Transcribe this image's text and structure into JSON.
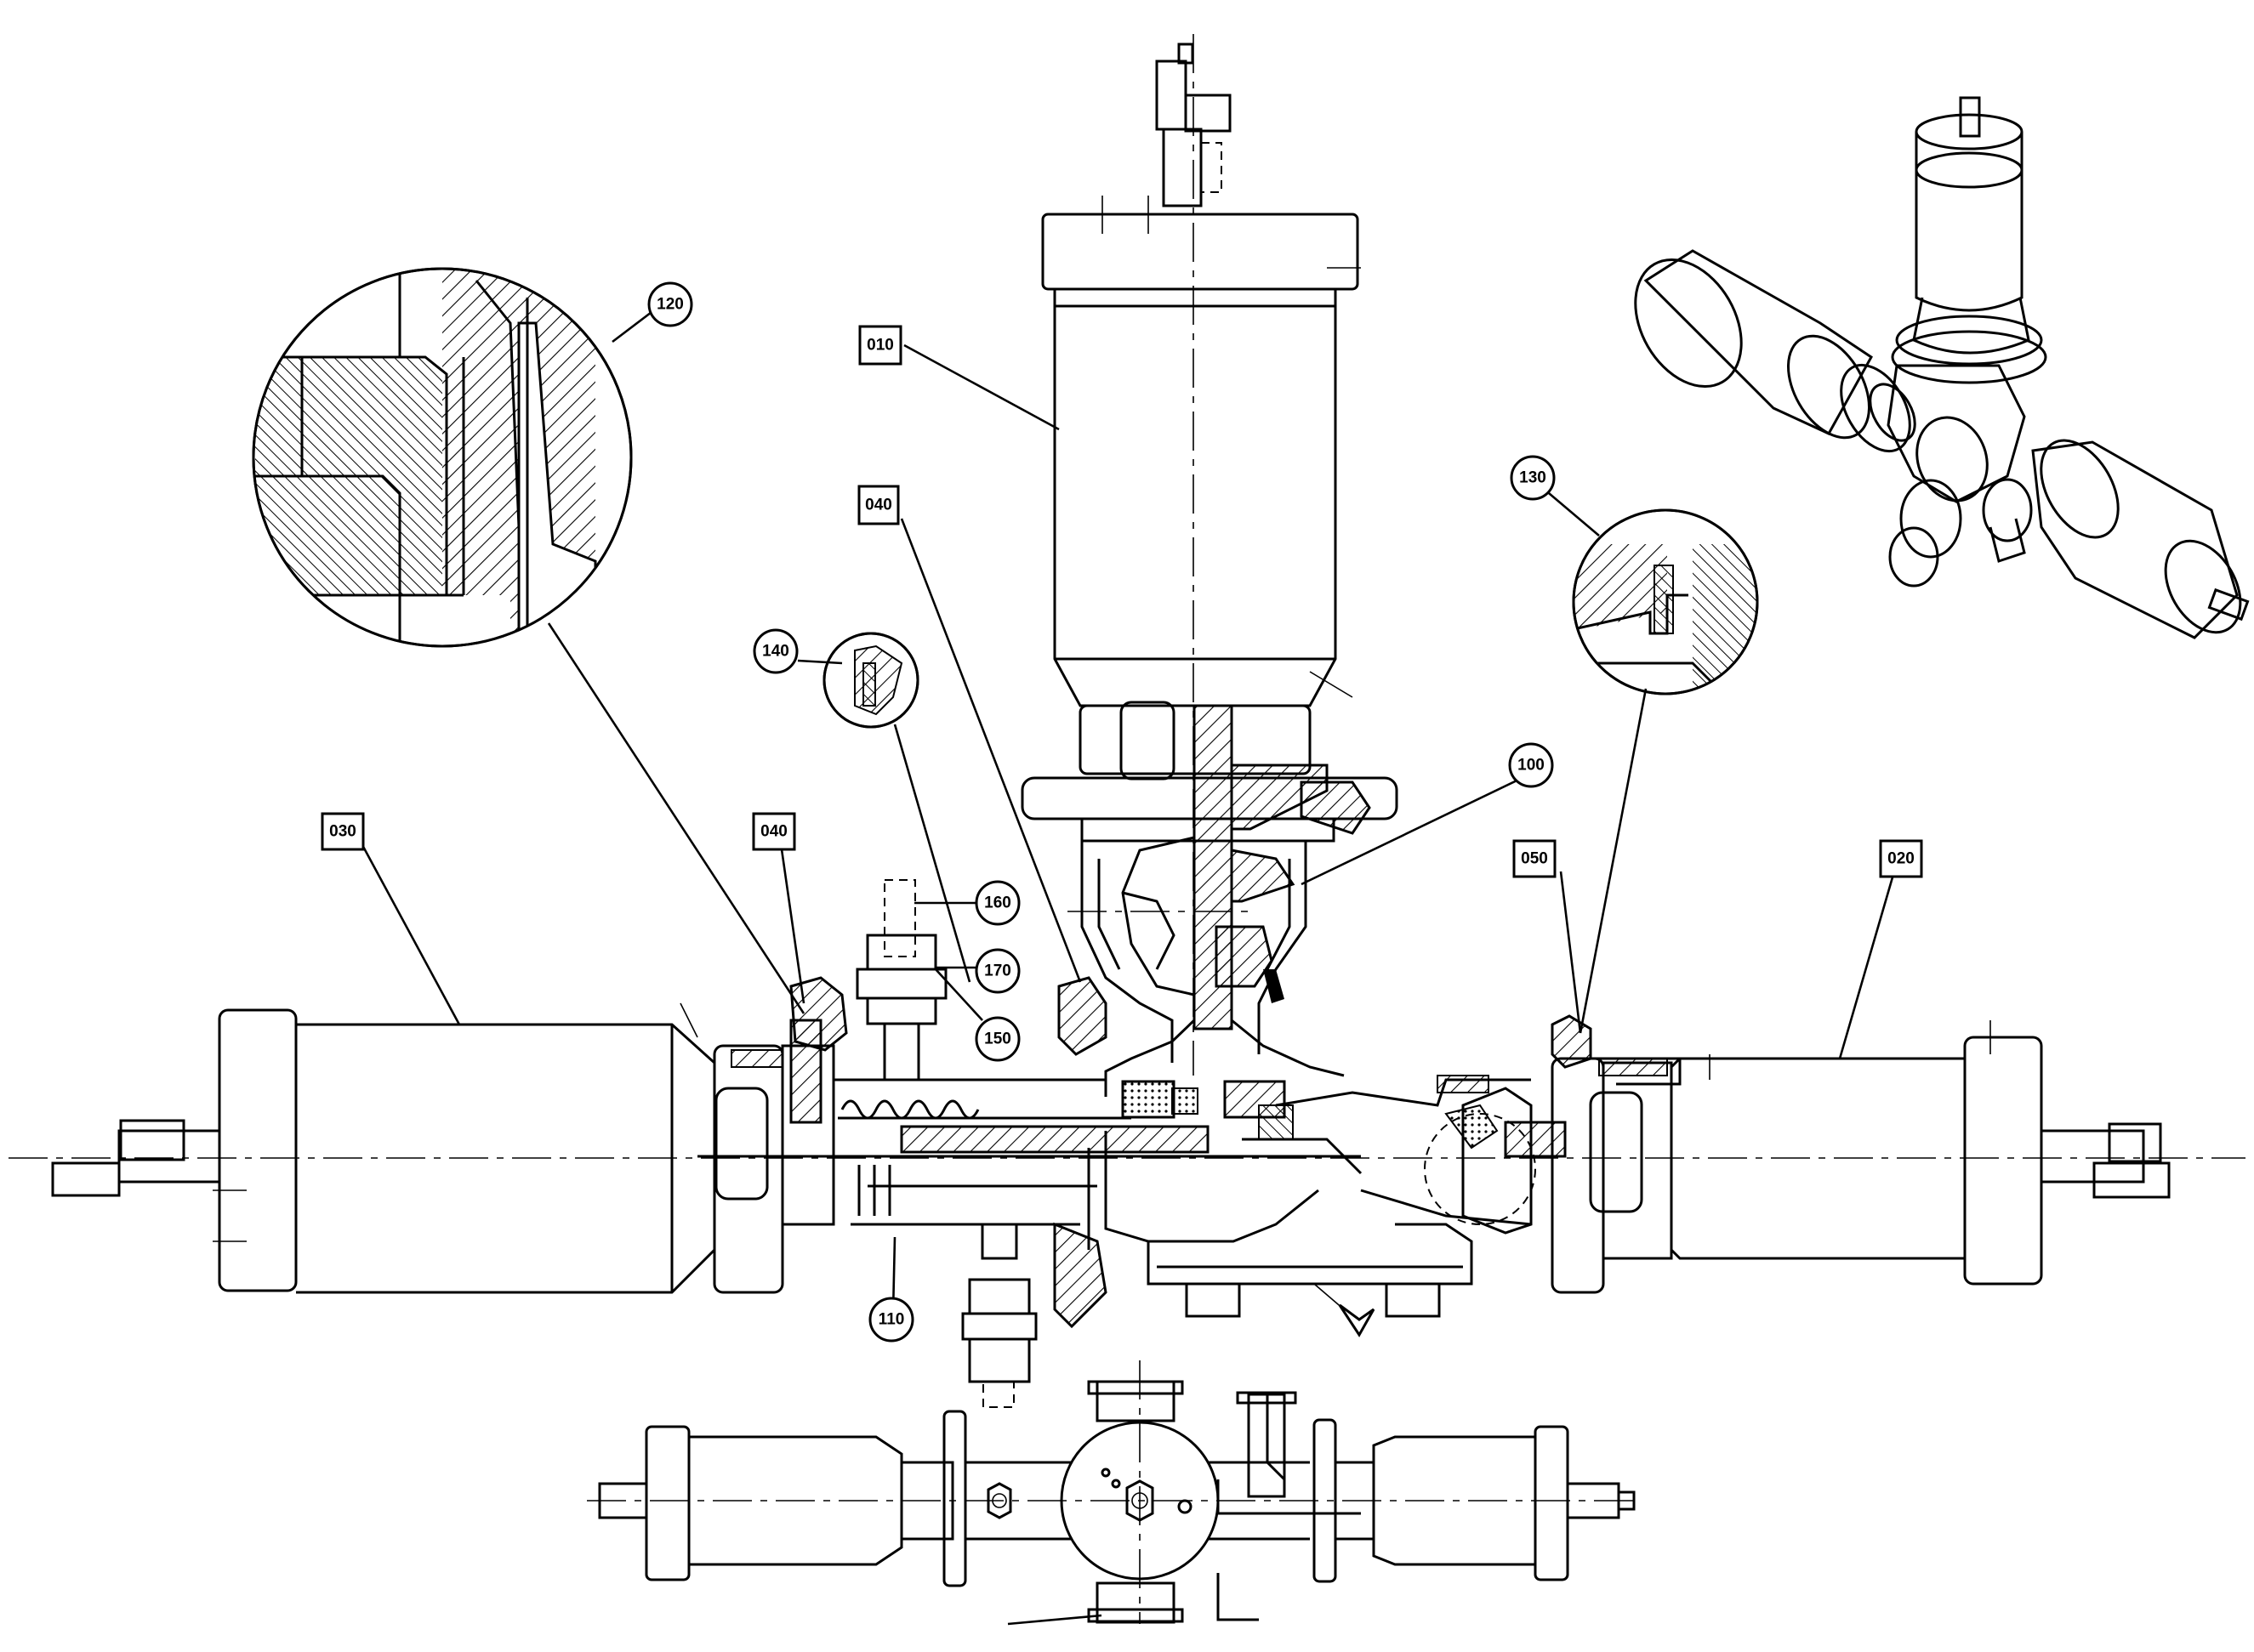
{
  "callouts": {
    "c010": "010",
    "c020": "020",
    "c030": "030",
    "c040a": "040",
    "c040b": "040",
    "c050": "050",
    "c100": "100",
    "c110": "110",
    "c120": "120",
    "c130": "130",
    "c140": "140",
    "c150": "150",
    "c160": "160",
    "c170": "170"
  },
  "colors": {
    "ink": "#000000",
    "paper": "#ffffff"
  }
}
